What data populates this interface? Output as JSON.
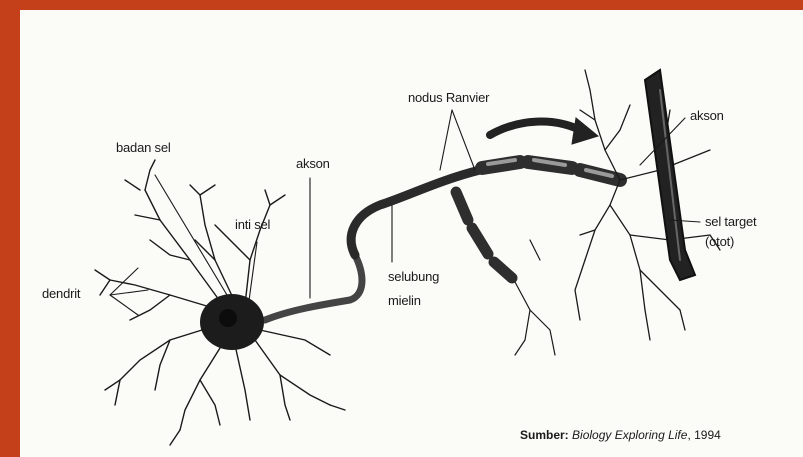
{
  "labels": {
    "badan_sel": "badan sel",
    "inti_sel": "inti sel",
    "dendrit": "dendrit",
    "akson_main": "akson",
    "nodus_ranvier": "nodus Ranvier",
    "selubung_mielin": "selubung\nmielin",
    "akson_right": "akson",
    "sel_target": "sel target\n(otot)"
  },
  "source": {
    "prefix": "Sumber:",
    "title": "Biology Exploring Life",
    "year": ", 1994"
  },
  "colors": {
    "frame": "#c4401a",
    "background": "#fbfbf8",
    "ink": "#1a1a1a"
  }
}
